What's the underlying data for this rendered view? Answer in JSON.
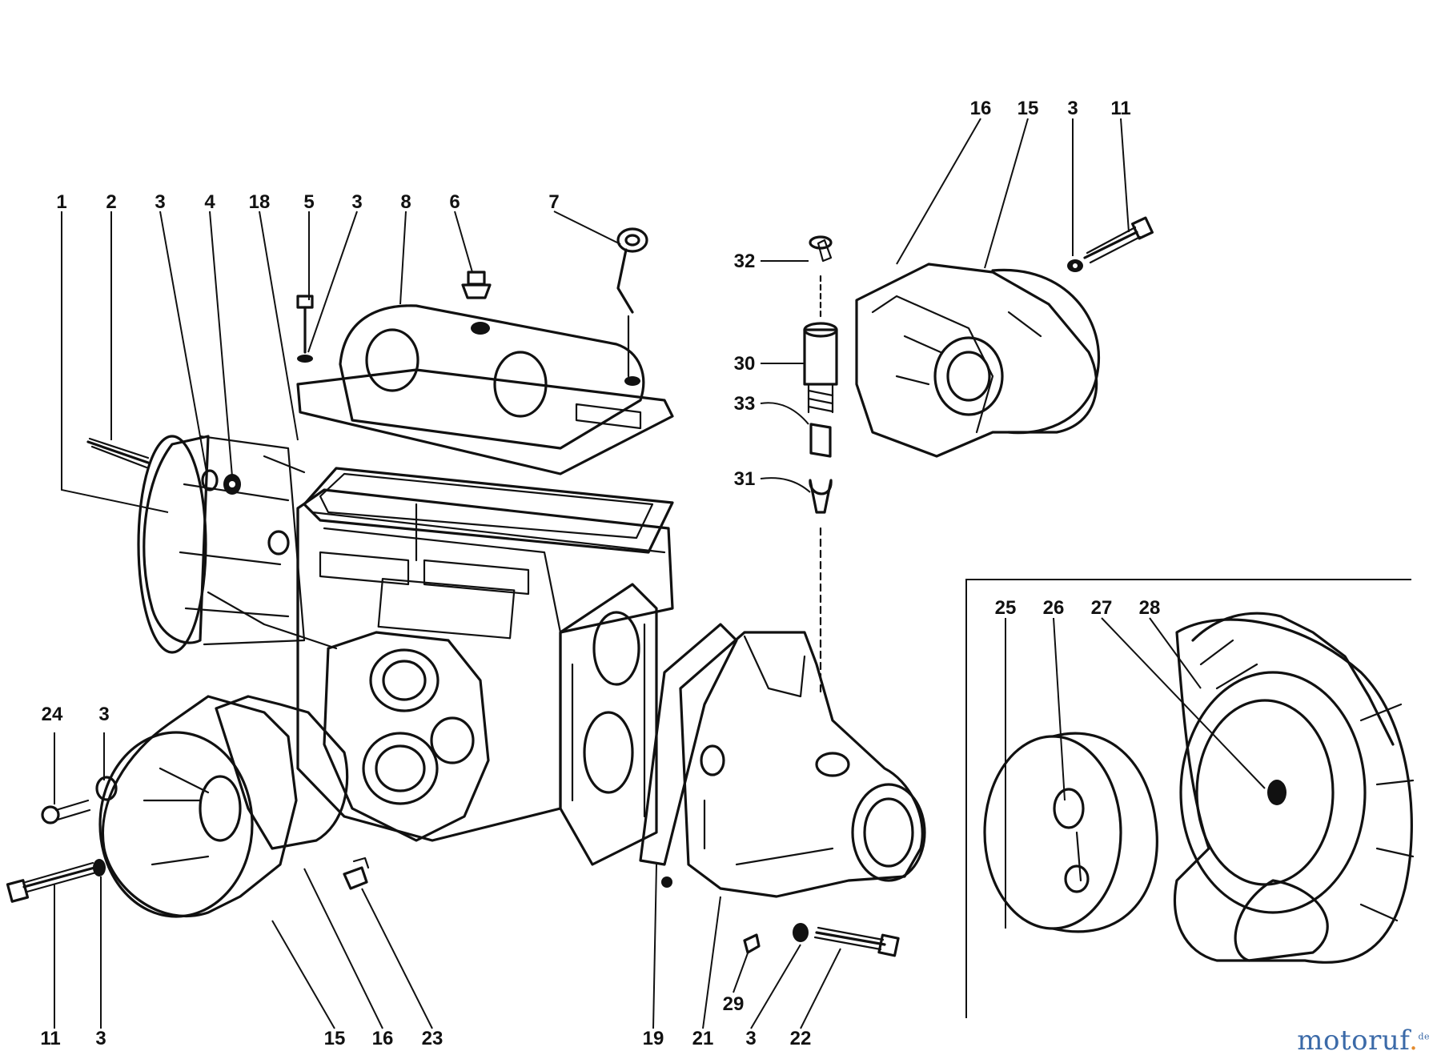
{
  "diagram": {
    "callouts": {
      "p1": "1",
      "p2": "2",
      "p3a": "3",
      "p4": "4",
      "p18": "18",
      "p5": "5",
      "p3b": "3",
      "p8": "8",
      "p6": "6",
      "p7": "7",
      "p16t": "16",
      "p15t": "15",
      "p3t": "3",
      "p11t": "11",
      "p32": "32",
      "p30": "30",
      "p33": "33",
      "p31": "31",
      "p24": "24",
      "p3l": "3",
      "p11b": "11",
      "p3bl": "3",
      "p15b": "15",
      "p16b": "16",
      "p23": "23",
      "p19": "19",
      "p21": "21",
      "p3br": "3",
      "p22": "22",
      "p29": "29",
      "p25": "25",
      "p26": "26",
      "p27": "27",
      "p28": "28"
    }
  },
  "watermark": {
    "brand_a": "motoruf",
    "brand_dot": ".",
    "brand_tld": "de"
  }
}
